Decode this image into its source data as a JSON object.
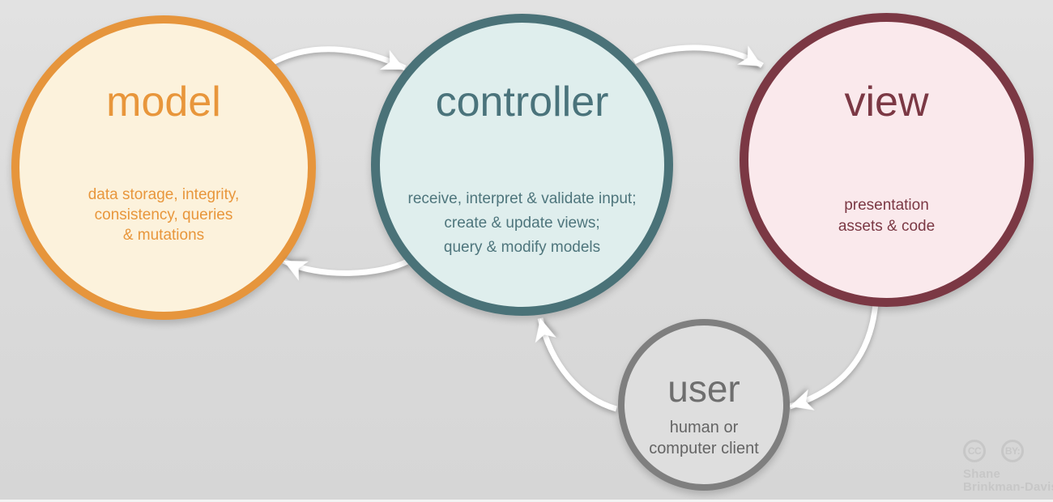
{
  "background_color": "#dadada",
  "nodes": {
    "model": {
      "title": "model",
      "description_lines": [
        "data storage, integrity,",
        "consistency, queries",
        "& mutations"
      ],
      "border_color": "#e6953c",
      "fill_color": "#fcf2dc",
      "text_color": "#e8963b"
    },
    "controller": {
      "title": "controller",
      "description_lines": [
        "receive, interpret & validate input;",
        "create & update views;",
        "query & modify models"
      ],
      "border_color": "#4a7278",
      "fill_color": "#dfeeed",
      "text_color": "#4e757c"
    },
    "view": {
      "title": "view",
      "description_lines": [
        "presentation",
        "assets & code"
      ],
      "border_color": "#7b3844",
      "fill_color": "#fae9ec",
      "text_color": "#7b3844"
    },
    "user": {
      "title": "user",
      "description_lines": [
        "human or",
        "computer client"
      ],
      "border_color": "#7f7f7f",
      "fill_color": "#dedede",
      "text_color": "#6e6e6e"
    }
  },
  "arrows": [
    {
      "id": "model-to-controller",
      "from": "model",
      "to": "controller",
      "color": "#ffffff"
    },
    {
      "id": "controller-to-view",
      "from": "controller",
      "to": "view",
      "color": "#ffffff"
    },
    {
      "id": "controller-to-model",
      "from": "controller",
      "to": "model",
      "color": "#ffffff"
    },
    {
      "id": "view-to-user",
      "from": "view",
      "to": "user",
      "color": "#ffffff"
    },
    {
      "id": "user-to-controller",
      "from": "user",
      "to": "controller",
      "color": "#ffffff"
    }
  ],
  "attribution": {
    "license_icons": [
      "CC",
      "BY:"
    ],
    "author_lines": [
      "Shane",
      "Brinkman-Davis"
    ],
    "color": "#c7c7c7"
  }
}
